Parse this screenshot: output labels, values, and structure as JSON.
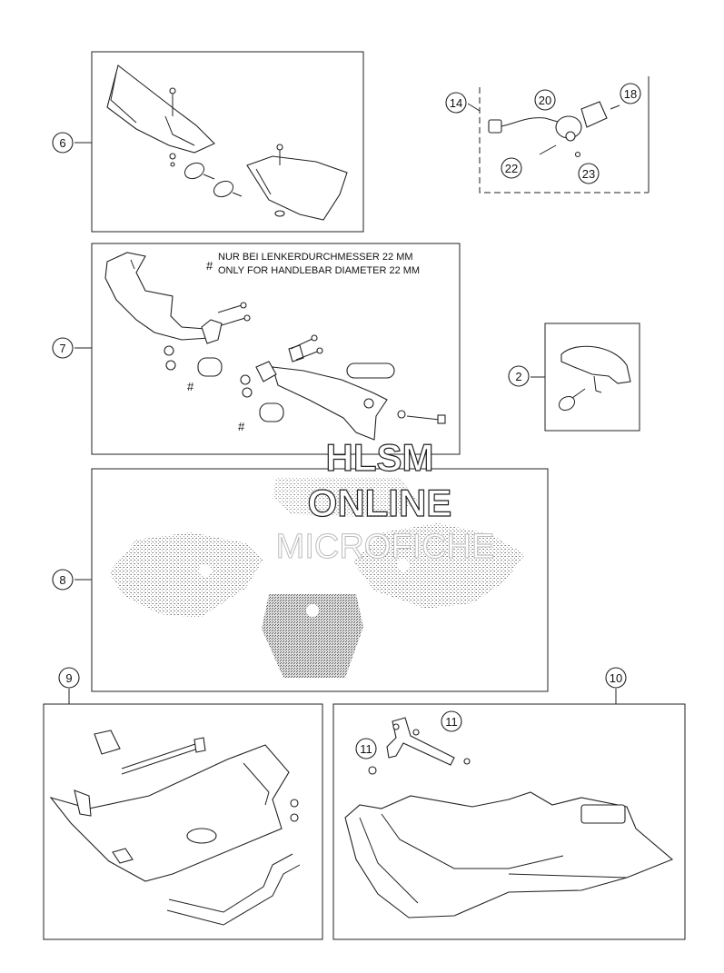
{
  "callouts": {
    "c6": "6",
    "c7": "7",
    "c8": "8",
    "c9": "9",
    "c10": "10",
    "c14": "14",
    "c2": "2",
    "c20": "20",
    "c18": "18",
    "c22": "22",
    "c23": "23",
    "c11a": "11",
    "c11b": "11"
  },
  "note": {
    "symbol": "#",
    "line_de": "NUR BEI LENKERDURCHMESSER 22 MM",
    "line_en": "ONLY FOR HANDLEBAR DIAMETER 22 MM"
  },
  "markers": {
    "hash_a": "#",
    "hash_b": "#"
  },
  "watermark": {
    "line1": "HLSM",
    "line2": "ONLINE",
    "line3": "MICROFICHE"
  }
}
